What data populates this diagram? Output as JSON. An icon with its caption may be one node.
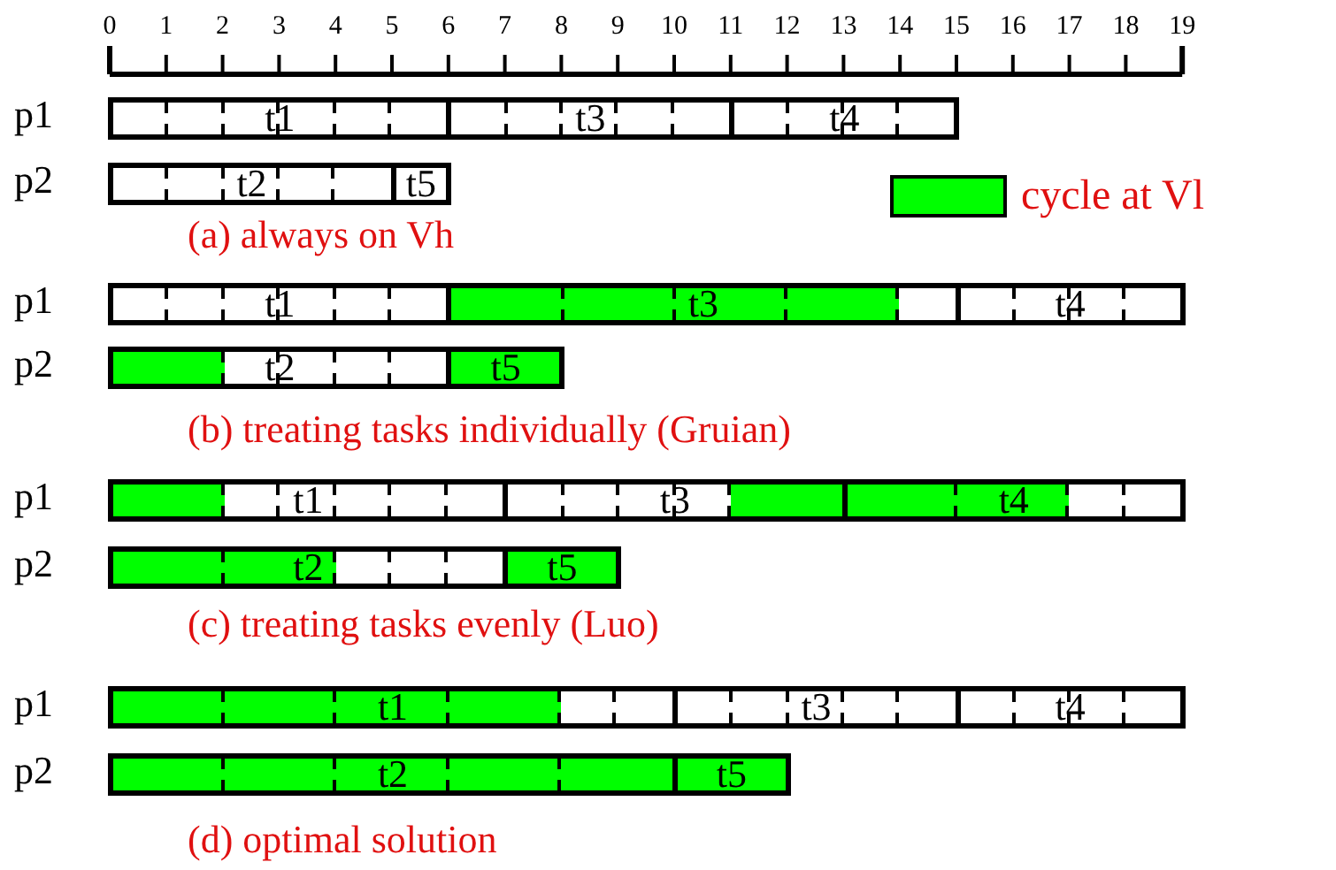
{
  "diagram": {
    "nodes": [
      {
        "text": [
          "t1"
        ]
      },
      {
        "text": [
          "t3"
        ]
      },
      {
        "text": [
          "t4"
        ]
      },
      {
        "text": [
          "t2"
        ]
      },
      {
        "text": [
          "t5"
        ]
      },
      {
        "text": [
          "t1"
        ]
      },
      {
        "text": [
          "t3"
        ]
      },
      {
        "text": [
          "t4"
        ]
      },
      {
        "text": [
          "t2"
        ]
      },
      {
        "text": [
          "t5"
        ]
      },
      {
        "text": [
          "t1"
        ]
      },
      {
        "text": [
          "t3"
        ]
      },
      {
        "text": [
          "t4"
        ]
      },
      {
        "text": [
          "t2"
        ]
      },
      {
        "text": [
          "t5"
        ]
      },
      {
        "text": [
          "t1"
        ]
      },
      {
        "text": [
          "t3"
        ]
      },
      {
        "text": [
          "t4"
        ]
      },
      {
        "text": [
          "t2"
        ]
      },
      {
        "text": [
          "t5"
        ]
      }
    ],
    "labels": [
      "0",
      "1",
      "2",
      "3",
      "4",
      "5",
      "6",
      "7",
      "8",
      "9",
      "10",
      "11",
      "12",
      "13",
      "14",
      "15",
      "16",
      "17",
      "18",
      "19",
      "p1",
      "p2",
      "(a) always on Vh",
      "p1",
      "p2",
      "(b) treating tasks individually (Gruian)",
      "p1",
      "p2",
      "(c) treating tasks evenly (Luo)",
      "p1",
      "p2",
      "(d) optimal solution"
    ],
    "legend": [
      {
        "text": "cycle at Vl",
        "color": "#00ff00"
      }
    ]
  }
}
